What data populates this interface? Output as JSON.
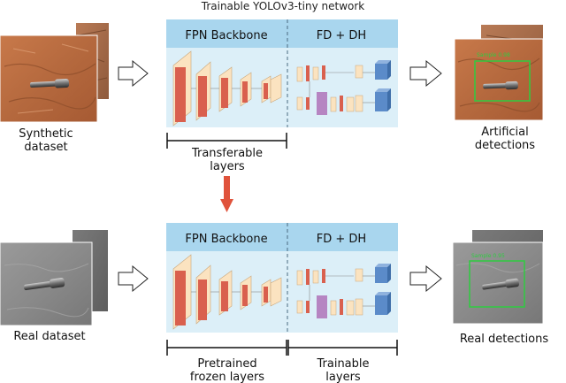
{
  "title": "Trainable YOLOv3-tiny network",
  "top_row": {
    "input_label": "Synthetic\ndataset",
    "backbone_header": "FPN Backbone",
    "head_header": "FD + DH",
    "bracket_label": "Transferable\nlayers",
    "output_label": "Artificial\ndetections",
    "detection_text": "Sample 0.98"
  },
  "bottom_row": {
    "input_label": "Real dataset",
    "backbone_header": "FPN Backbone",
    "head_header": "FD + DH",
    "left_bracket_label": "Pretrained\nfrozen layers",
    "right_bracket_label": "Trainable\nlayers",
    "output_label": "Real detections",
    "detection_text": "Sample 0.95"
  },
  "colors": {
    "panel_fill": "#dceff8",
    "panel_header": "#a9d6ee",
    "conv_red": "#d9604e",
    "conv_cream": "#fbe3c0",
    "conv_purple": "#b685c2",
    "conv_blue": "#5b8bc9",
    "transfer_arrow": "#e0533c",
    "detection_box": "#2ecc40"
  }
}
